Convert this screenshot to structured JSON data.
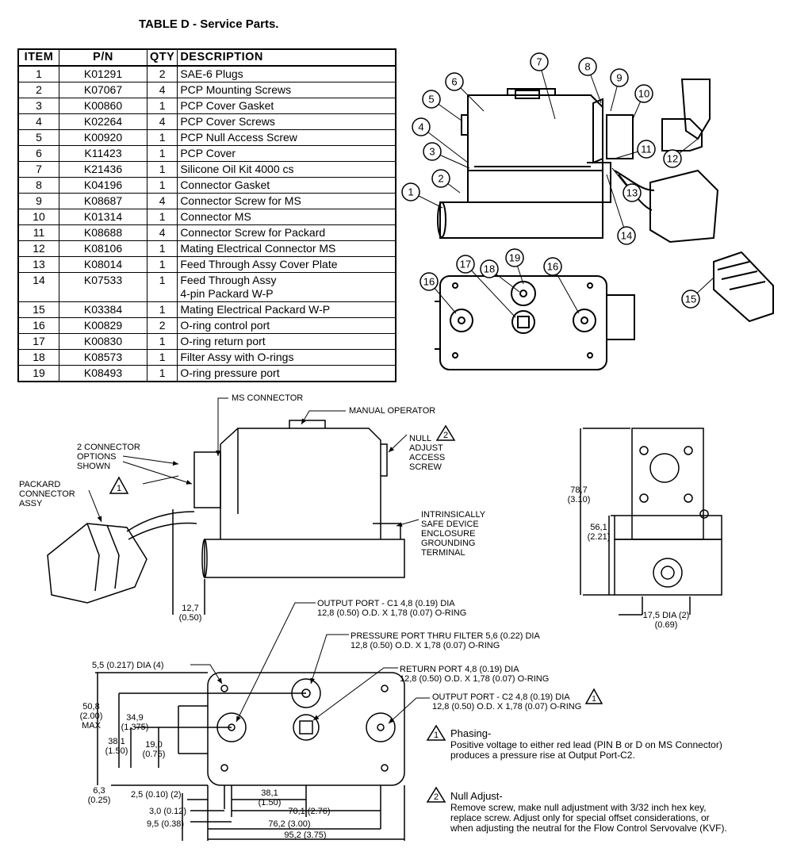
{
  "title": "TABLE D - Service Parts.",
  "table": {
    "headers": [
      "ITEM",
      "P/N",
      "QTY",
      "DESCRIPTION"
    ],
    "rows": [
      {
        "item": "1",
        "pn": "K01291",
        "qty": "2",
        "desc": "SAE-6 Plugs"
      },
      {
        "item": "2",
        "pn": "K07067",
        "qty": "4",
        "desc": "PCP Mounting Screws"
      },
      {
        "item": "3",
        "pn": "K00860",
        "qty": "1",
        "desc": "PCP Cover Gasket"
      },
      {
        "item": "4",
        "pn": "K02264",
        "qty": "4",
        "desc": "PCP Cover Screws"
      },
      {
        "item": "5",
        "pn": "K00920",
        "qty": "1",
        "desc": "PCP Null Access Screw"
      },
      {
        "item": "6",
        "pn": "K11423",
        "qty": "1",
        "desc": "PCP Cover"
      },
      {
        "item": "7",
        "pn": "K21436",
        "qty": "1",
        "desc": "Silicone Oil Kit 4000 cs"
      },
      {
        "item": "8",
        "pn": "K04196",
        "qty": "1",
        "desc": "Connector Gasket"
      },
      {
        "item": "9",
        "pn": "K08687",
        "qty": "4",
        "desc": "Connector Screw for MS"
      },
      {
        "item": "10",
        "pn": "K01314",
        "qty": "1",
        "desc": "Connector MS"
      },
      {
        "item": "11",
        "pn": "K08688",
        "qty": "4",
        "desc": "Connector Screw for Packard"
      },
      {
        "item": "12",
        "pn": "K08106",
        "qty": "1",
        "desc": "Mating Electrical Connector MS"
      },
      {
        "item": "13",
        "pn": "K08014",
        "qty": "1",
        "desc": "Feed Through Assy Cover Plate"
      },
      {
        "item": "14",
        "pn": "K07533",
        "qty": "1",
        "desc": "Feed Through Assy",
        "desc2": "4-pin Packard W-P"
      },
      {
        "item": "15",
        "pn": "K03384",
        "qty": "1",
        "desc": "Mating Electrical Packard W-P"
      },
      {
        "item": "16",
        "pn": "K00829",
        "qty": "2",
        "desc": "O-ring control port"
      },
      {
        "item": "17",
        "pn": "K00830",
        "qty": "1",
        "desc": "O-ring return port"
      },
      {
        "item": "18",
        "pn": "K08573",
        "qty": "1",
        "desc": "Filter Assy with O-rings"
      },
      {
        "item": "19",
        "pn": "K08493",
        "qty": "1",
        "desc": "O-ring pressure port"
      }
    ]
  },
  "callouts": {
    "exploded": [
      "1",
      "2",
      "3",
      "4",
      "5",
      "6",
      "7",
      "8",
      "9",
      "10",
      "11",
      "12",
      "13",
      "14"
    ],
    "bottom": [
      "16",
      "17",
      "18",
      "19",
      "16"
    ],
    "packard": "15"
  },
  "side_view": {
    "ms_connector": "MS CONNECTOR",
    "manual_operator": "MANUAL OPERATOR",
    "connector_options": [
      "2 CONNECTOR",
      "OPTIONS",
      "SHOWN"
    ],
    "packard": [
      "PACKARD",
      "CONNECTOR",
      "ASSY"
    ],
    "null_adjust": [
      "NULL",
      "ADJUST",
      "ACCESS",
      "SCREW"
    ],
    "intrinsic": [
      "INTRINSICALLY",
      "SAFE DEVICE",
      "ENCLOSURE",
      "GROUNDING",
      "TERMINAL"
    ],
    "dim_127": [
      "12,7",
      "(0.50)"
    ],
    "note1": "1",
    "note2": "2"
  },
  "end_view": {
    "dim_787": [
      "78,7",
      "(3.10)"
    ],
    "dim_561": [
      "56,1",
      "(2.21)"
    ],
    "dim_175": [
      "17,5 DIA (2)",
      "(0.69)"
    ]
  },
  "port_view": {
    "output_c1": [
      "OUTPUT PORT - C1  4,8 (0.19) DIA",
      "12,8 (0.50) O.D. X 1,78 (0.07) O-RING"
    ],
    "pressure": [
      "PRESSURE PORT THRU FILTER 5,6 (0.22) DIA",
      "12,8 (0.50) O.D. X 1,78 (0.07) O-RING"
    ],
    "return": [
      "RETURN PORT 4,8 (0.19) DIA",
      "12,8 (0.50) O.D. X 1,78 (0.07) O-RING"
    ],
    "output_c2": [
      "OUTPUT PORT - C2  4,8 (0.19) DIA",
      "12,8 (0.50) O.D. X 1,78 (0.07) O-RING"
    ],
    "hole_dia": "5,5 (0.217) DIA (4)",
    "dim_508": [
      "50,8",
      "(2.00)",
      "MAX"
    ],
    "dim_349": [
      "34,9",
      "(1.375)"
    ],
    "dim_381v": [
      "38,1",
      "(1.50)"
    ],
    "dim_190": [
      "19,0",
      "(0.75)"
    ],
    "dim_63": [
      "6,3",
      "(0.25)"
    ],
    "dim_25": "2,5 (0.10) (2)",
    "dim_30": "3,0 (0.12)",
    "dim_95": "9,5 (0.38)",
    "dim_381h": [
      "38,1",
      "(1.50)"
    ],
    "dim_701": "70,1 (2.76)",
    "dim_762": "76,2 (3.00)",
    "dim_952": "95,2 (3.75)"
  },
  "notes": {
    "phasing_num": "1",
    "phasing_title": "Phasing-",
    "phasing_body": "Positive voltage to either red lead (PIN B or D on MS Connector)\nproduces a pressure rise at Output Port-C2.",
    "null_num": "2",
    "null_title": "Null Adjust-",
    "null_body": "Remove screw, make null adjustment with 3/32 inch hex key,\nreplace screw. Adjust only for special offset considerations, or\nwhen adjusting the neutral for the Flow Control Servovalve (KVF)."
  }
}
